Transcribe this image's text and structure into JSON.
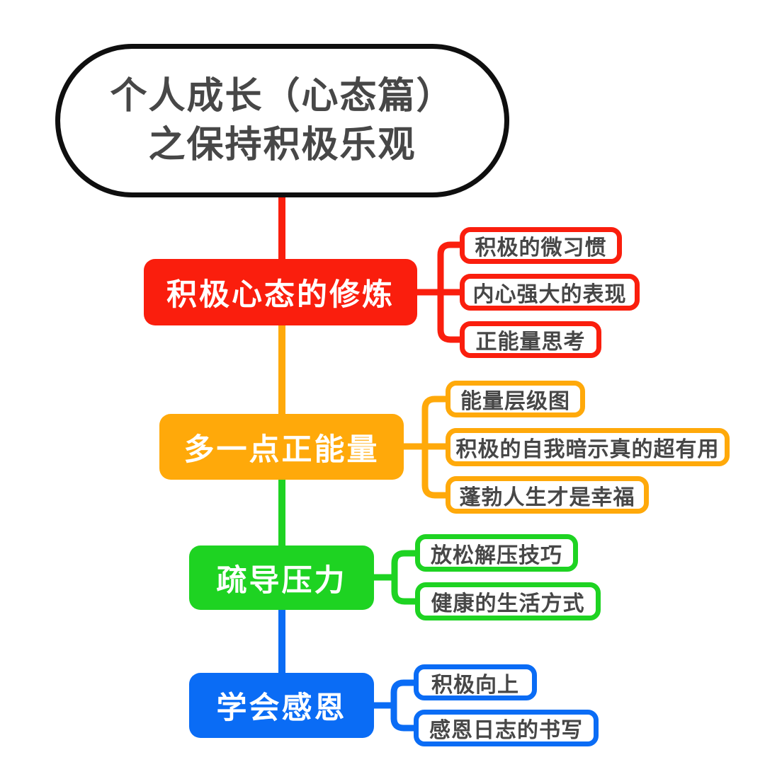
{
  "root": {
    "line1": "个人成长（心态篇）",
    "line2": "之保持积极乐观"
  },
  "branches": [
    {
      "label": "积极心态的修炼",
      "color": "#fa1e0d",
      "children": [
        "积极的微习惯",
        "内心强大的表现",
        "正能量思考"
      ]
    },
    {
      "label": "多一点正能量",
      "color": "#ffa90a",
      "children": [
        "能量层级图",
        "积极的自我暗示真的超有用",
        "蓬勃人生才是幸福"
      ]
    },
    {
      "label": "疏导压力",
      "color": "#1ed322",
      "children": [
        "放松解压技巧",
        "健康的生活方式"
      ]
    },
    {
      "label": "学会感恩",
      "color": "#0a6cf5",
      "children": [
        "积极向上",
        "感恩日志的书写"
      ]
    }
  ],
  "colors": {
    "background": "#ffffff",
    "root_outline": "#0f0f0f",
    "dark_text": "#474747",
    "branch_text": "#ffffff",
    "red": "#fa1e0d",
    "orange": "#ffa90a",
    "green": "#1ed322",
    "blue": "#0a6cf5"
  }
}
